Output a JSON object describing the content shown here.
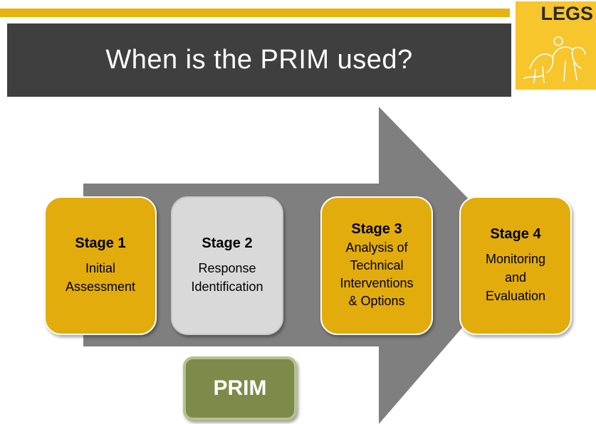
{
  "header": {
    "title": "When is the PRIM used?"
  },
  "logo": {
    "text": "LEGS"
  },
  "stages": [
    {
      "title": "Stage 1",
      "description": "Initial\nAssessment",
      "color": "#e1ac0c"
    },
    {
      "title": "Stage 2",
      "description": "Response\nIdentification",
      "color": "#d9d9d9"
    },
    {
      "title": "Stage 3",
      "description": "Analysis of\nTechnical\nInterventions\n& Options",
      "color": "#e1ac0c"
    },
    {
      "title": "Stage 4",
      "description": "Monitoring\nand\nEvaluation",
      "color": "#e1ac0c"
    }
  ],
  "tool": {
    "label": "PRIM",
    "color": "#7d8a49"
  },
  "colors": {
    "accent": "#e6b40c",
    "header_bg": "#3f3f3f",
    "arrow": "#7f7f7f"
  }
}
